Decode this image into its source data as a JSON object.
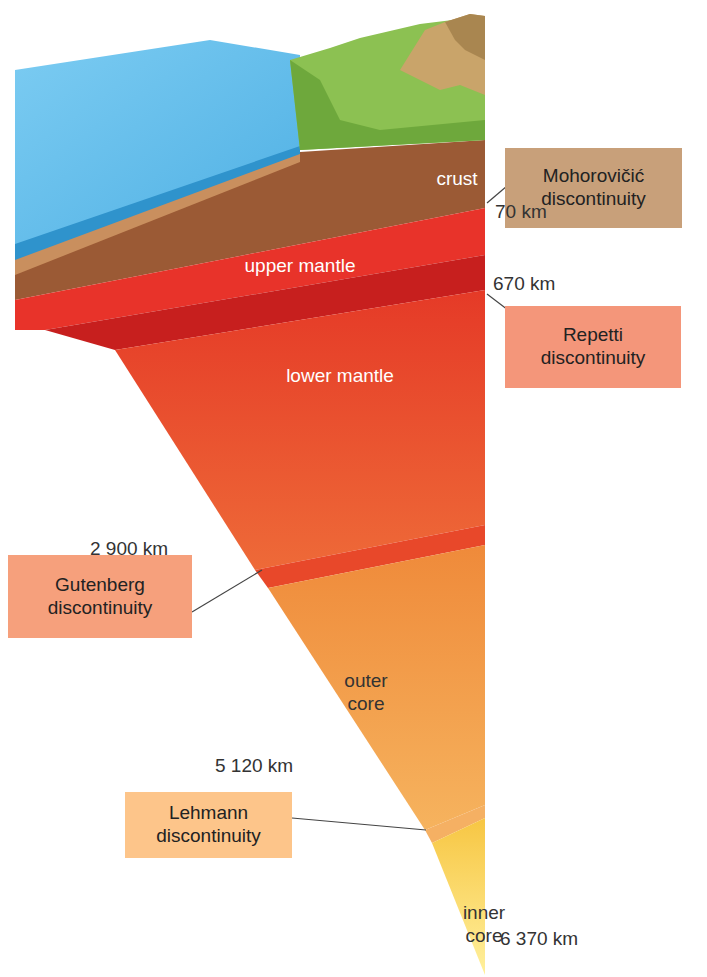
{
  "diagram": {
    "nodes": [
      {
        "text": [
          "crust"
        ]
      },
      {
        "text": [
          "Mohorovičić discontinuity"
        ]
      },
      {
        "text": [
          "upper mantle"
        ]
      },
      {
        "text": [
          "Repetti discontinuity"
        ]
      },
      {
        "text": [
          "lower mantle"
        ]
      },
      {
        "text": [
          "Gutenberg discontinuity"
        ]
      },
      {
        "text": [
          "outer core"
        ]
      },
      {
        "text": [
          "Lehmann discontinuity"
        ]
      },
      {
        "text": [
          "inner core"
        ]
      }
    ],
    "labels": [
      "70 km",
      "670 km",
      "2 900 km",
      "5 120 km",
      "6 370 km"
    ]
  }
}
